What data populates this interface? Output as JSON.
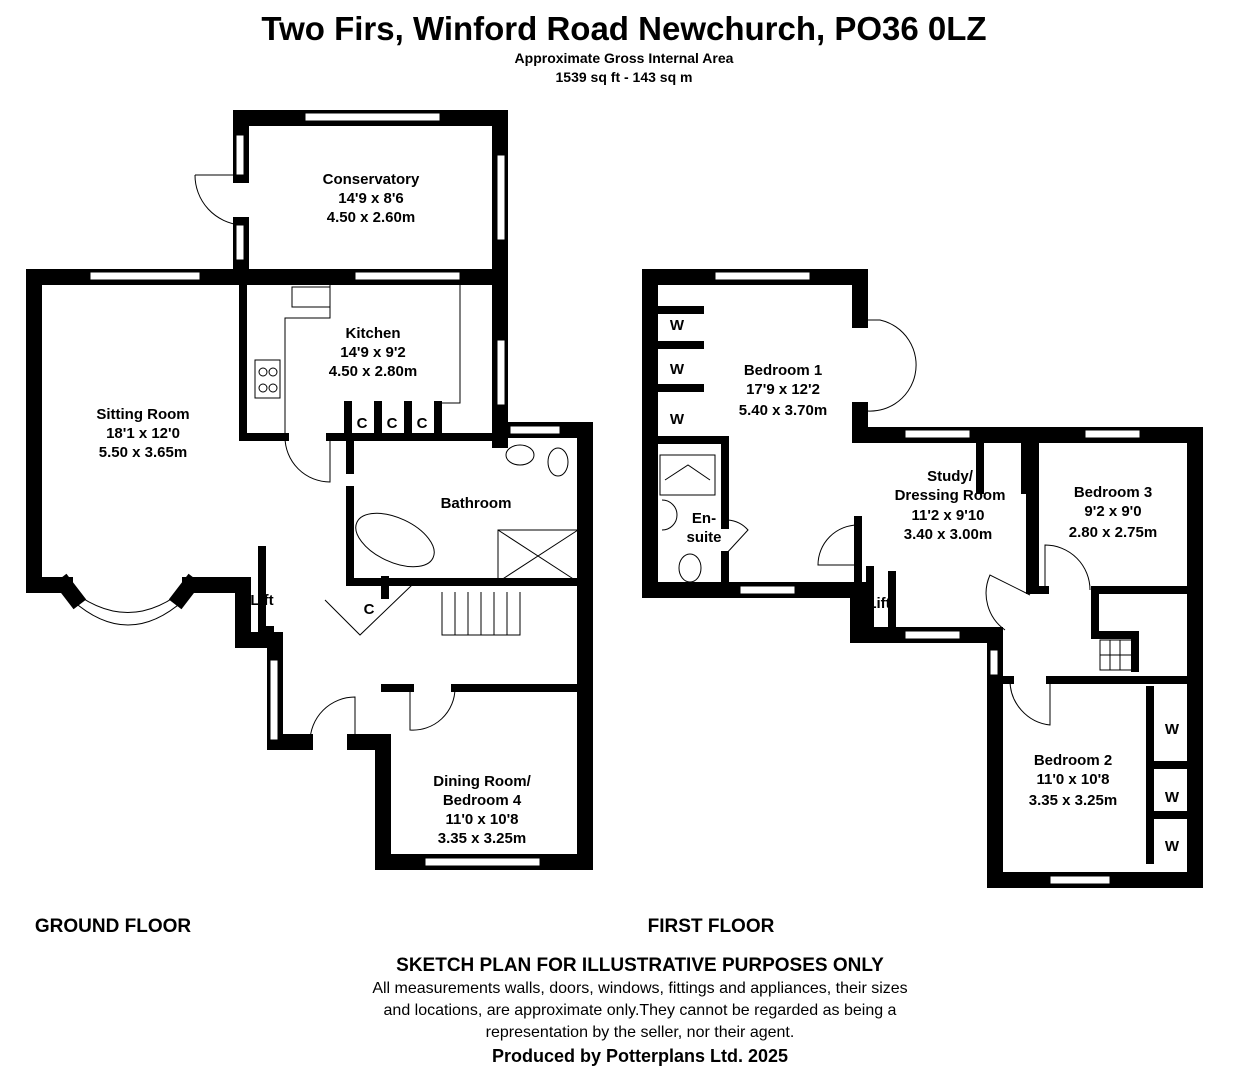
{
  "header": {
    "title": "Two Firs, Winford Road Newchurch, PO36 0LZ",
    "subtitle": "Approximate Gross Internal Area",
    "area": "1539 sq ft - 143 sq m"
  },
  "ground_floor": {
    "label": "GROUND FLOOR",
    "rooms": [
      {
        "name": "Conservatory",
        "imperial": "14'9 x 8'6",
        "metric": "4.50 x 2.60m"
      },
      {
        "name": "Kitchen",
        "imperial": "14'9 x 9'2",
        "metric": "4.50 x 2.80m"
      },
      {
        "name": "Sitting Room",
        "imperial": "18'1 x 12'0",
        "metric": "5.50 x 3.65m"
      },
      {
        "name": "Bathroom"
      },
      {
        "name_line1": "Dining Room/",
        "name_line2": "Bedroom 4",
        "imperial": "11'0 x 10'8",
        "metric": "3.35 x 3.25m"
      }
    ],
    "cupboard": "C",
    "lift": "Lift"
  },
  "first_floor": {
    "label": "FIRST FLOOR",
    "rooms": [
      {
        "name": "Bedroom 1",
        "imperial": "17'9 x 12'2",
        "metric": "5.40 x 3.70m"
      },
      {
        "name_line1": "Study/",
        "name_line2": "Dressing Room",
        "imperial": "11'2 x 9'10",
        "metric": "3.40 x 3.00m"
      },
      {
        "name": "Bedroom 3",
        "imperial": "9'2 x 9'0",
        "metric": "2.80 x 2.75m"
      },
      {
        "name": "Bedroom 2",
        "imperial": "11'0 x 10'8",
        "metric": "3.35 x 3.25m"
      },
      {
        "name_line1": "En-",
        "name_line2": "suite"
      }
    ],
    "wardrobe": "W",
    "lift": "Lift"
  },
  "footer": {
    "heading": "SKETCH PLAN FOR ILLUSTRATIVE PURPOSES ONLY",
    "line1": "All measurements walls, doors, windows, fittings and appliances, their sizes",
    "line2": "and locations, are approximate only.They cannot be regarded as being a",
    "line3": "representation by the seller, nor their agent.",
    "credit": "Produced by Potterplans Ltd. 2025"
  }
}
